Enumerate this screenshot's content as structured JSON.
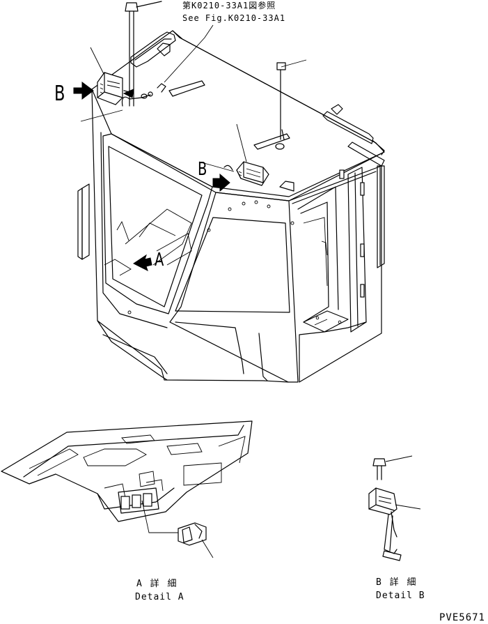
{
  "reference": {
    "japanese": "第K0210-33A1図参照",
    "english": "See Fig.K0210-33A1"
  },
  "callouts": {
    "view_b_left": "B",
    "view_b_center": "B",
    "view_a": "A"
  },
  "details": {
    "a_japanese": "A 詳 細",
    "a_english": "Detail A",
    "b_japanese": "B 詳 細",
    "b_english": "Detail B"
  },
  "drawing_code": "PVE5671"
}
